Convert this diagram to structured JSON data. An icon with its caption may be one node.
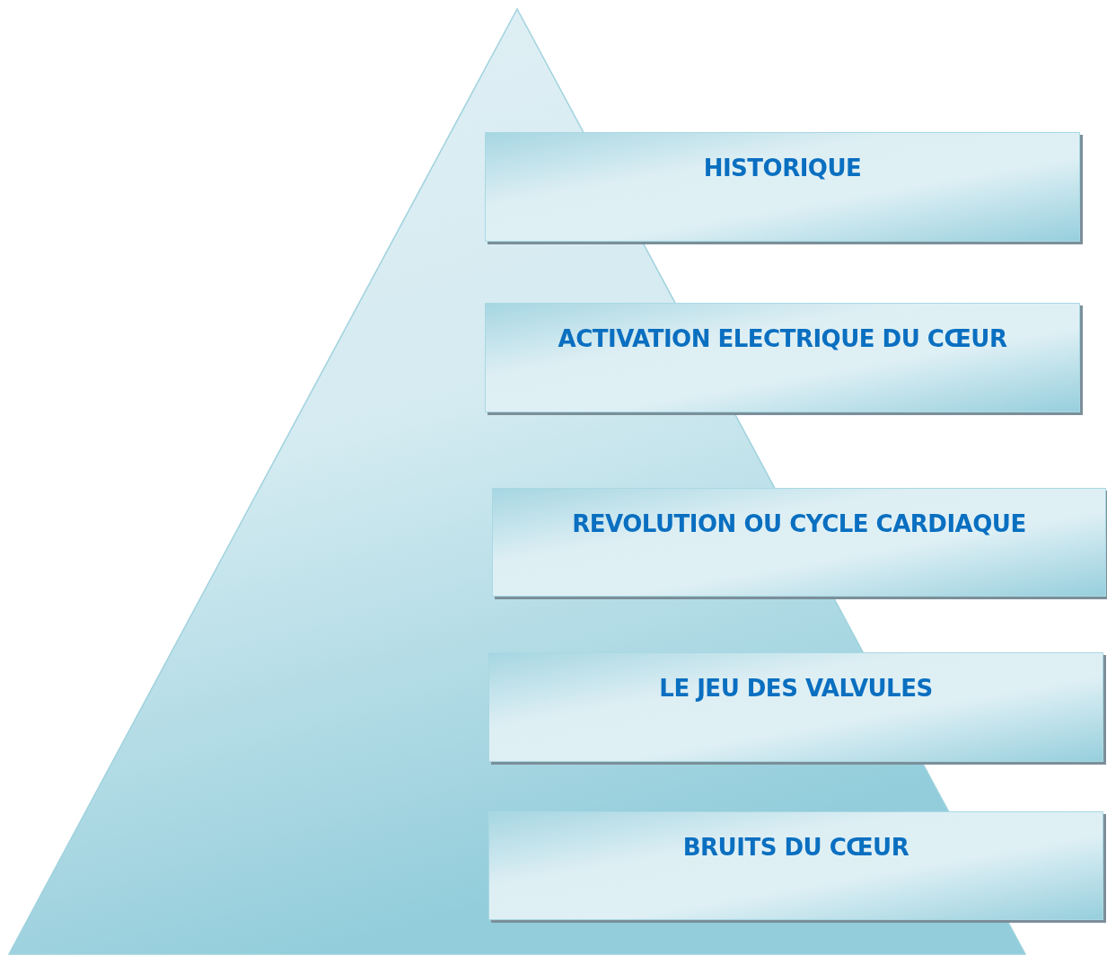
{
  "diagram": {
    "nodes": [
      {
        "text": [
          "HISTORIQUE"
        ]
      },
      {
        "text": [
          "ACTIVATION ELECTRIQUE DU CŒUR"
        ]
      },
      {
        "text": [
          "REVOLUTION OU CYCLE CARDIAQUE"
        ]
      },
      {
        "text": [
          "LE JEU DES VALVULES"
        ]
      },
      {
        "text": [
          "BRUITS DU CŒUR"
        ]
      }
    ]
  }
}
